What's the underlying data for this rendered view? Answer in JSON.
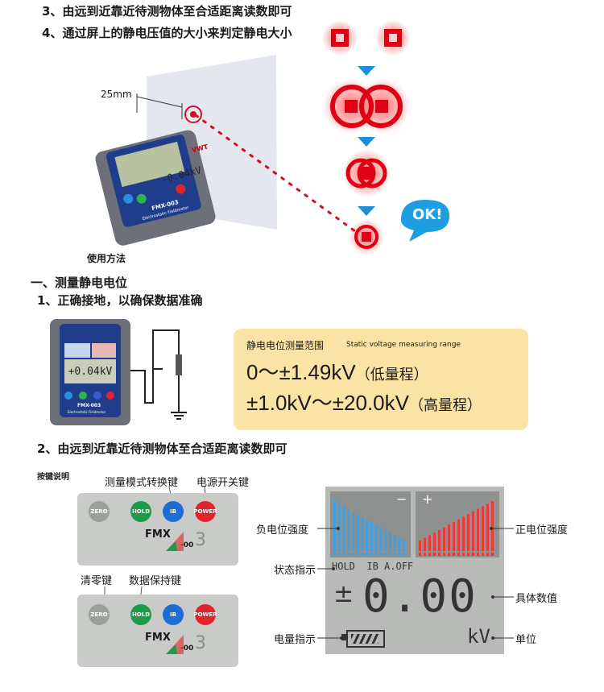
{
  "steps_top": [
    {
      "num": "3、",
      "text": "由远到近靠近待测物体至合适距离读数即可"
    },
    {
      "num": "4、",
      "text": "通过屏上的静电压值的大小来判定静电大小"
    }
  ],
  "illustration": {
    "distance_label": "25mm",
    "caption": "使用方法",
    "device_brand": "VWT",
    "device_model": "FMX-003",
    "device_sub": "Electrostatic Fieldmeter",
    "device_reading": "-0.04kV",
    "ok_bubble": "OK!"
  },
  "section1": {
    "title": "一、测量静电电位",
    "item1": "1、正确接地，以确保数据准确"
  },
  "connection_device": {
    "reading": "+0.04kV",
    "model": "FMX-003",
    "sub": "Electrostatic Fieldmeter"
  },
  "range_box": {
    "title_cn": "静电电位测量范围",
    "title_en": "Static voltage measuring range",
    "low_value": "0～±1.49kV",
    "low_label": "（低量程）",
    "high_value": "±1.0kV～±20.0kV",
    "high_label": "（高量程）",
    "bg_color": "#fbe3a6"
  },
  "section2": {
    "item2": "2、由远到近靠近待测物体至合适距离读数即可",
    "keys_label": "按键说明",
    "label_mode_key": "测量模式转换键",
    "label_power_key": "电源开关键",
    "label_zero_key": "清零键",
    "label_hold_key": "数据保持键",
    "buttons": [
      "ZERO",
      "HOLD",
      "IB",
      "POWER"
    ],
    "fmx_label": "FMX",
    "fmx_suffix": "-00",
    "fmx_number": "3"
  },
  "lcd": {
    "minus_sign": "−",
    "plus_sign": "+",
    "status_text": "HOLD  IB A.OFF",
    "reading_sign": "±",
    "reading": "0.00",
    "unit": "kV",
    "label_negative": "负电位强度",
    "label_positive": "正电位强度",
    "label_status": "状态指示",
    "label_value": "具体数值",
    "label_battery": "电量指示",
    "label_unit": "单位",
    "negative_color": "#3aa0e8",
    "positive_color": "#e83a3a"
  }
}
